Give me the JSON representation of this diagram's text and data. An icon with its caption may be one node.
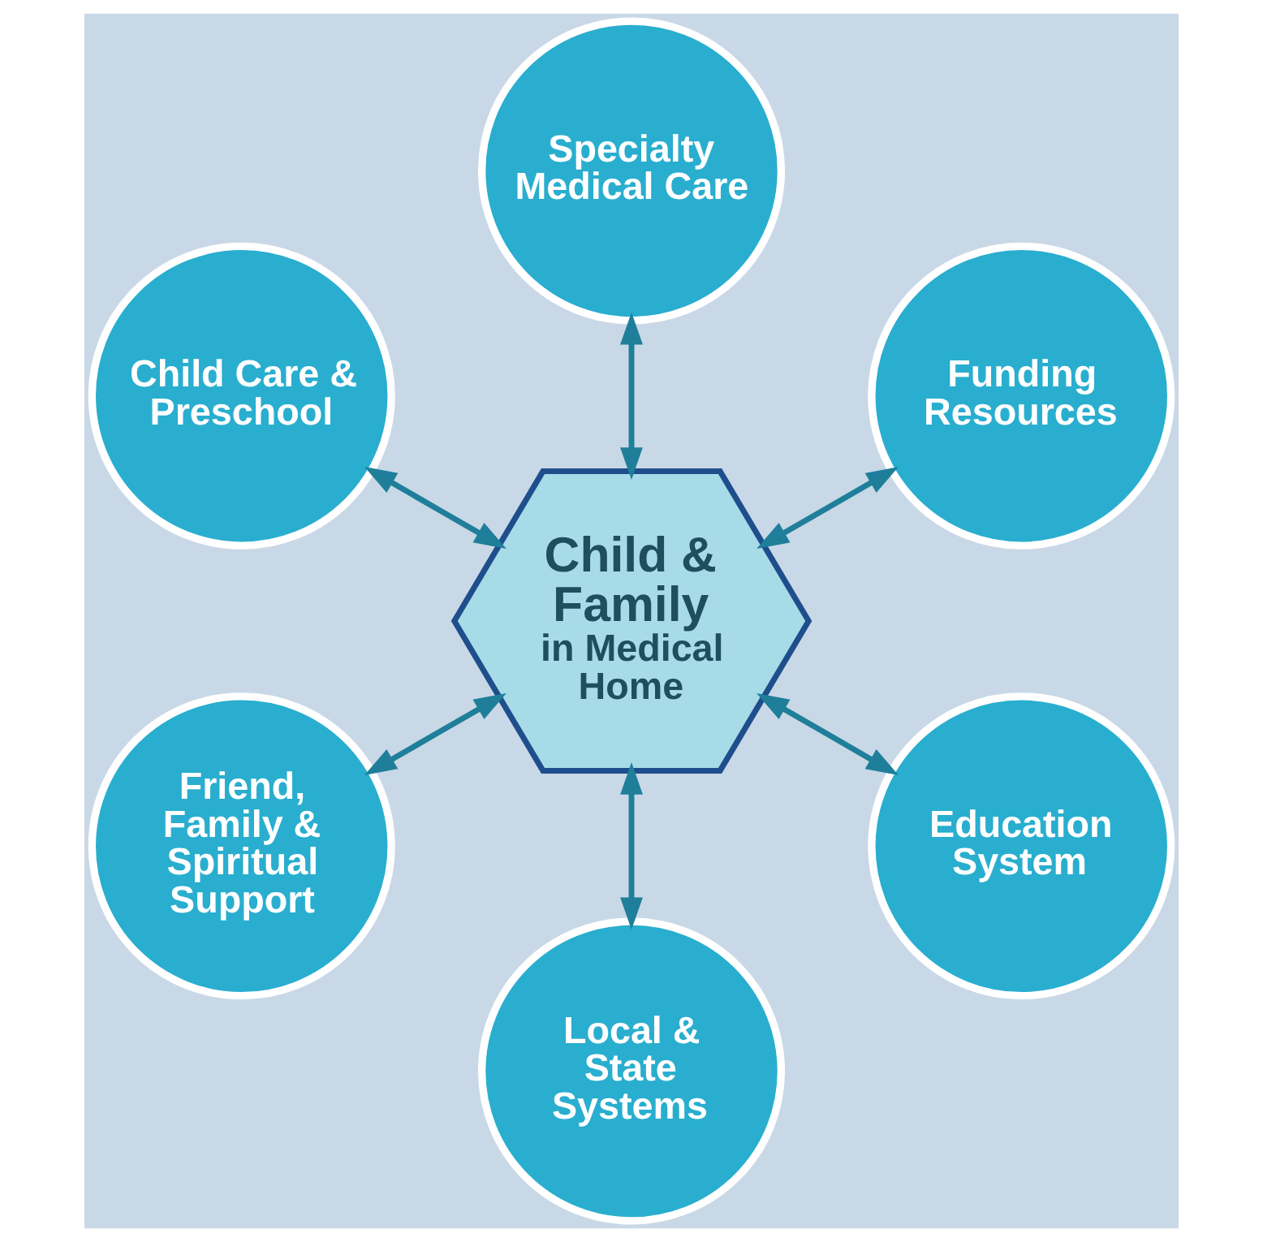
{
  "diagram": {
    "nodes": [
      {
        "text": [
          "Child & Family",
          "in Medical Home"
        ]
      },
      {
        "text": [
          "Funding Resources"
        ]
      },
      {
        "text": [
          "Specialty Medical Care"
        ]
      },
      {
        "text": [
          "Child Care & Preschool"
        ]
      },
      {
        "text": [
          "Friend, Family & Spiritual Support"
        ]
      },
      {
        "text": [
          "Local & State Systems"
        ]
      },
      {
        "text": [
          "Education System"
        ]
      }
    ],
    "edges": [
      {
        "from": 0,
        "to": 1,
        "arrow": "both"
      },
      {
        "from": 0,
        "to": 2,
        "arrow": "both"
      },
      {
        "from": 0,
        "to": 3,
        "arrow": "both"
      },
      {
        "from": 0,
        "to": 4,
        "arrow": "both"
      },
      {
        "from": 0,
        "to": 5,
        "arrow": "both"
      },
      {
        "from": 0,
        "to": 6,
        "arrow": "both"
      }
    ]
  }
}
